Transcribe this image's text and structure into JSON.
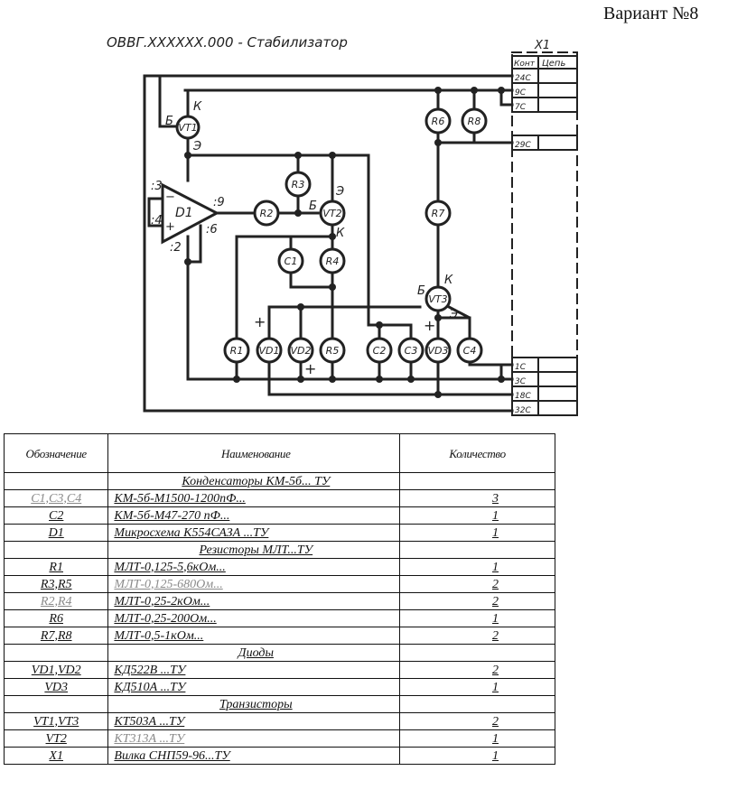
{
  "variant_label": "Вариант №8",
  "schematic": {
    "title": "ОВВГ.XXXXXX.000 - Стабилизатор",
    "connector": {
      "name": "X1",
      "header_contact": "Конт",
      "header_circuit": "Цепь",
      "pins_top": [
        "24С",
        "9С",
        "7С"
      ],
      "pin_mid": "29С",
      "pins_bottom": [
        "1С",
        "3С",
        "18С",
        "32С"
      ]
    },
    "components": {
      "VT1": "VT1",
      "VT2": "VT2",
      "VT3": "VT3",
      "D1": "D1",
      "R1": "R1",
      "R2": "R2",
      "R3": "R3",
      "R4": "R4",
      "R5": "R5",
      "R6": "R6",
      "R7": "R7",
      "R8": "R8",
      "C1": "C1",
      "C2": "C2",
      "C3": "C3",
      "C4": "C4",
      "VD1": "VD1",
      "VD2": "VD2",
      "VD3": "VD3"
    },
    "pin_labels": {
      "b": "Б",
      "k": "К",
      "e": "Э",
      "p3": ":3",
      "p4": ":4",
      "p2": ":2",
      "p9": ":9",
      "p6": ":6",
      "minus": "−",
      "plus": "+"
    }
  },
  "table": {
    "headers": [
      "Обозначение",
      "Наименование",
      "Количество"
    ],
    "rows": [
      {
        "ref": "",
        "name": "Конденсаторы КМ-5б... ТУ",
        "qty": "",
        "group": true
      },
      {
        "ref": "С1,С3,С4",
        "name": "КМ-5б-М1500-1200пФ...",
        "qty": "3",
        "ref_gray": true
      },
      {
        "ref": "С2",
        "name": "КМ-5б-М47-270 пФ...",
        "qty": "1"
      },
      {
        "ref": "D1",
        "name": "Микросхема К554САЗА ...ТУ",
        "qty": "1"
      },
      {
        "ref": "",
        "name": "Резисторы МЛТ...ТУ",
        "qty": "",
        "group": true
      },
      {
        "ref": "R1",
        "name": "МЛТ-0,125-5,6кОм...",
        "qty": "1"
      },
      {
        "ref": "R3,R5",
        "name": "МЛТ-0,125-680Ом...",
        "qty": "2",
        "name_gray": true
      },
      {
        "ref": "R2,R4",
        "name": "МЛТ-0,25-2кОм...",
        "qty": "2",
        "ref_gray": true
      },
      {
        "ref": "R6",
        "name": "МЛТ-0,25-200Ом...",
        "qty": "1"
      },
      {
        "ref": "R7,R8",
        "name": "МЛТ-0,5-1кОм...",
        "qty": "2"
      },
      {
        "ref": "",
        "name": "Диоды",
        "qty": "",
        "group": true
      },
      {
        "ref": "VD1,VD2",
        "name": "КД522В ...ТУ",
        "qty": "2"
      },
      {
        "ref": "VD3",
        "name": "КД510А ...ТУ",
        "qty": "1"
      },
      {
        "ref": "",
        "name": "Транзисторы",
        "qty": "",
        "group": true
      },
      {
        "ref": "VT1,VT3",
        "name": "КТ503А ...ТУ",
        "qty": "2"
      },
      {
        "ref": "VT2",
        "name": "КТ313А ...ТУ",
        "qty": "1",
        "name_gray": true
      },
      {
        "ref": "X1",
        "name": "Вилка СНП59-96...ТУ",
        "qty": "1"
      }
    ]
  }
}
